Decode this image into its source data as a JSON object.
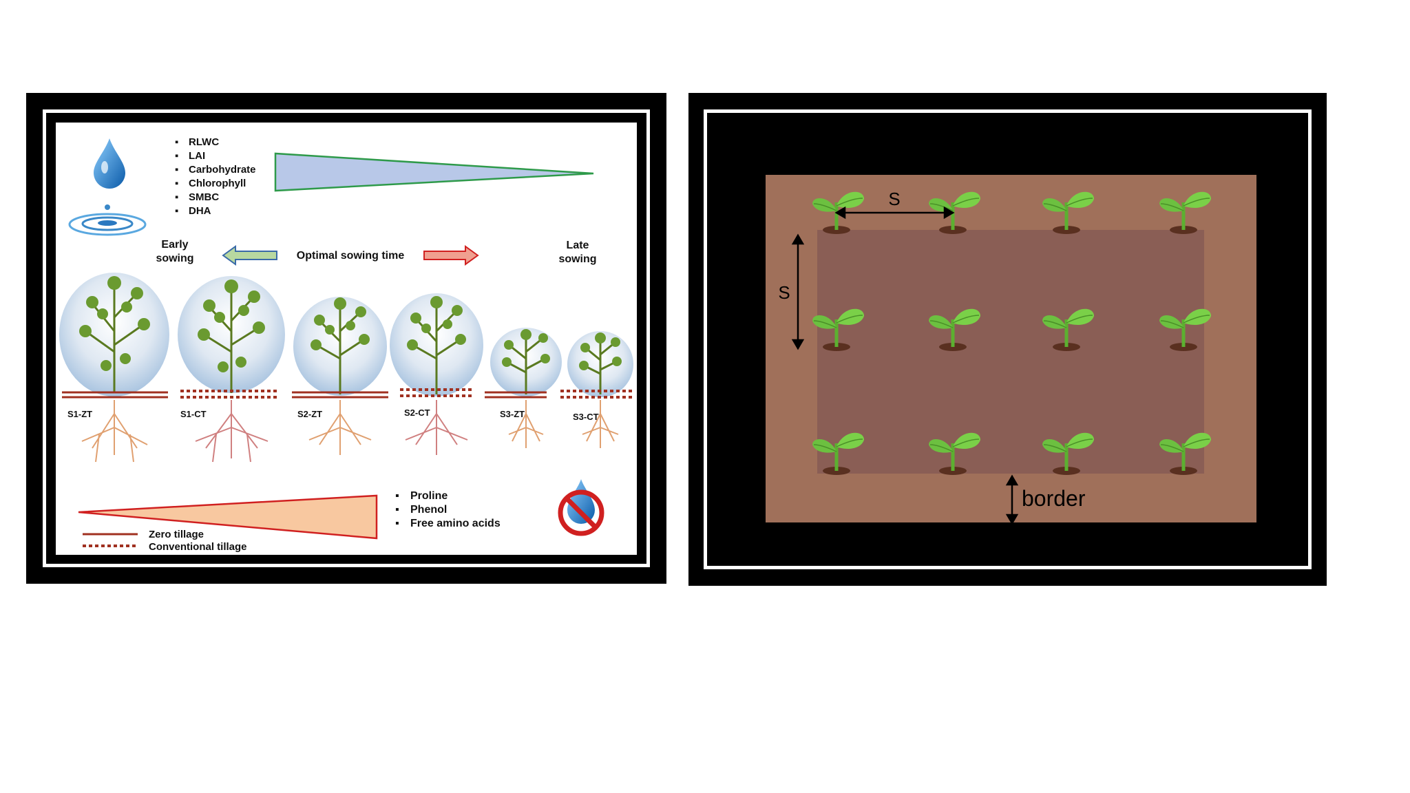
{
  "left_diagram": {
    "top_indicators": [
      "RLWC",
      "LAI",
      "Carbohydrate",
      "Chlorophyll",
      "SMBC",
      "DHA"
    ],
    "early_sowing": [
      "Early",
      "sowing"
    ],
    "optimal_sowing": "Optimal sowing time",
    "late_sowing": [
      "Late",
      "sowing"
    ],
    "treatments": [
      "S1-ZT",
      "S1-CT",
      "S2-ZT",
      "S2-CT",
      "S3-ZT",
      "S3-CT"
    ],
    "bottom_indicators": [
      "Proline",
      "Phenol",
      "Free amino acids"
    ],
    "legend": {
      "zero_tillage": "Zero tillage",
      "conventional_tillage": "Conventional tillage"
    },
    "colors": {
      "green_wedge_fill": "#b8c8e8",
      "green_wedge_stroke": "#2e9a4a",
      "orange_wedge_fill": "#f8c8a0",
      "orange_wedge_stroke": "#d02020",
      "tillage_line": "#a03020"
    }
  },
  "right_diagram": {
    "spacing_horizontal": "S",
    "spacing_vertical": "S",
    "border_label": "border",
    "colors": {
      "outer_field": "#a0705a",
      "inner_field": "#8a5e55",
      "seedling": "#6cc040"
    }
  }
}
